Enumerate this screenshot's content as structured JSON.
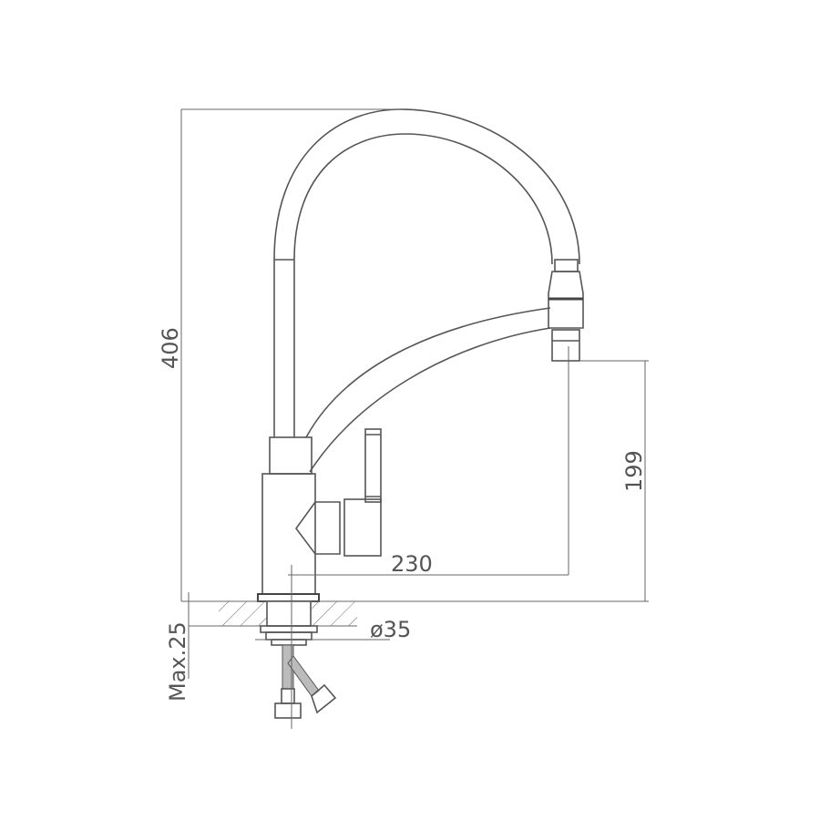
{
  "dimensions": {
    "total_height": "406",
    "spout_height": "199",
    "spout_reach": "230",
    "mount_diameter": "ø35",
    "max_counter_thickness": "Max.25"
  },
  "colors": {
    "line": "#555555",
    "background": "#ffffff"
  }
}
